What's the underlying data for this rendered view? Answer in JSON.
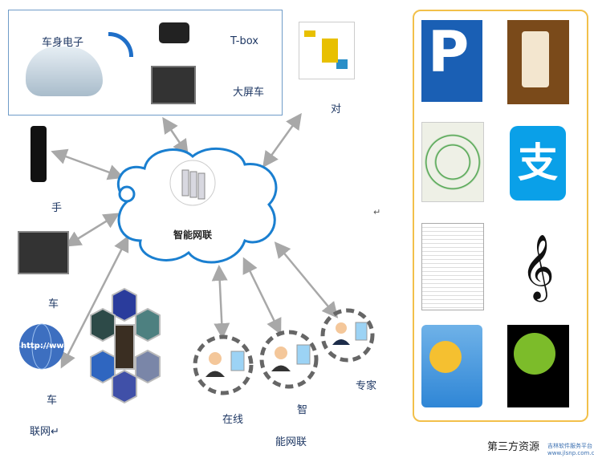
{
  "vehicle_box": {
    "body_electronics": "车身电子",
    "tbox": "T-box",
    "big_screen": "大屏车"
  },
  "labels": {
    "dui": "对",
    "phone": "手",
    "car": "车",
    "car2": "车",
    "lianwang": "联网↵",
    "cloud": "智能网联",
    "online": "在线",
    "zhi": "智",
    "nengwanglian": "能网联",
    "expert": "专家",
    "return_mark": "↵",
    "third_party": "第三方资源"
  },
  "watermark": "吉林软件服务平台 www.jlsnp.com.cn",
  "globe_text": "http://ww",
  "colors": {
    "arrow": "#a8a8a8",
    "box_border": "#6f9cc8",
    "resource_border": "#f2c04a",
    "parking": "#1a5fb4",
    "alipay": "#0aa0e8"
  }
}
